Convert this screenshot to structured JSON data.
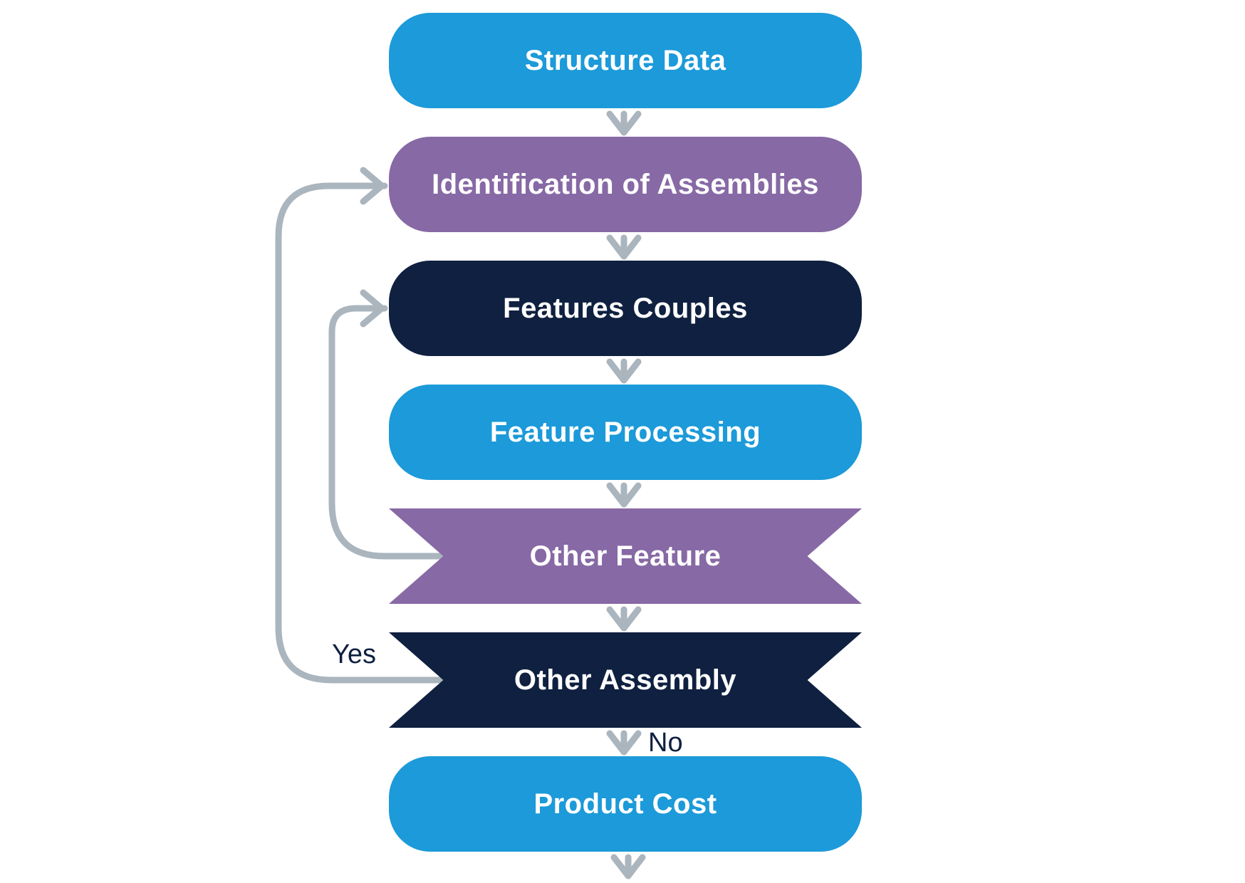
{
  "nodes": [
    {
      "id": "structure-data",
      "label": "Structure Data",
      "shape": "rounded",
      "color": "#1c9ad9"
    },
    {
      "id": "identification",
      "label": "Identification of Assemblies",
      "shape": "rounded",
      "color": "#8769a5"
    },
    {
      "id": "features-couples",
      "label": "Features Couples",
      "shape": "rounded",
      "color": "#0f2040"
    },
    {
      "id": "feature-processing",
      "label": "Feature Processing",
      "shape": "rounded",
      "color": "#1c9ad9"
    },
    {
      "id": "other-feature",
      "label": "Other Feature",
      "shape": "ribbon",
      "color": "#8769a5"
    },
    {
      "id": "other-assembly",
      "label": "Other Assembly",
      "shape": "ribbon",
      "color": "#0f2040"
    },
    {
      "id": "product-cost",
      "label": "Product Cost",
      "shape": "rounded",
      "color": "#1c9ad9"
    }
  ],
  "edge_labels": {
    "yes": "Yes",
    "no": "No"
  },
  "connector_color": "#aab5be"
}
